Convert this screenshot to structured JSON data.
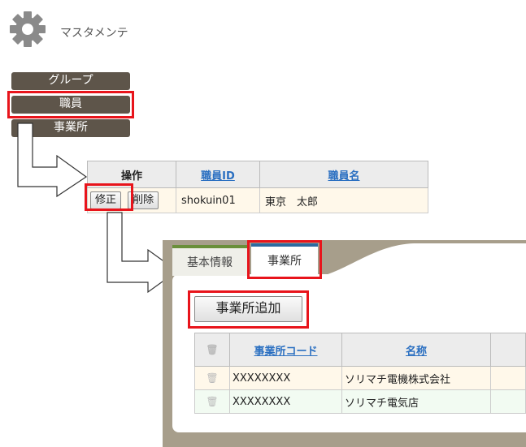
{
  "header": {
    "title": "マスタメンテ",
    "icon": "gear-icon"
  },
  "nav": {
    "group": "グループ",
    "staff": "職員",
    "office": "事業所"
  },
  "staff_table": {
    "headers": {
      "ops": "操作",
      "id": "職員ID",
      "name": "職員名"
    },
    "row": {
      "edit": "修正",
      "delete": "削除",
      "id": "shokuin01",
      "name": "東京　太郎"
    }
  },
  "tabs": {
    "basic": "基本情報",
    "office": "事業所"
  },
  "add_button": "事業所追加",
  "office_table": {
    "headers": {
      "code": "事業所コード",
      "name": "名称"
    },
    "rows": [
      {
        "code": "XXXXXXXX",
        "name": "ソリマチ電機株式会社"
      },
      {
        "code": "XXXXXXXX",
        "name": "ソリマチ電気店"
      }
    ]
  },
  "colors": {
    "highlight": "#e8141b",
    "nav": "#5e554a",
    "link": "#2a6fc1",
    "panel": "#a79e8b"
  }
}
